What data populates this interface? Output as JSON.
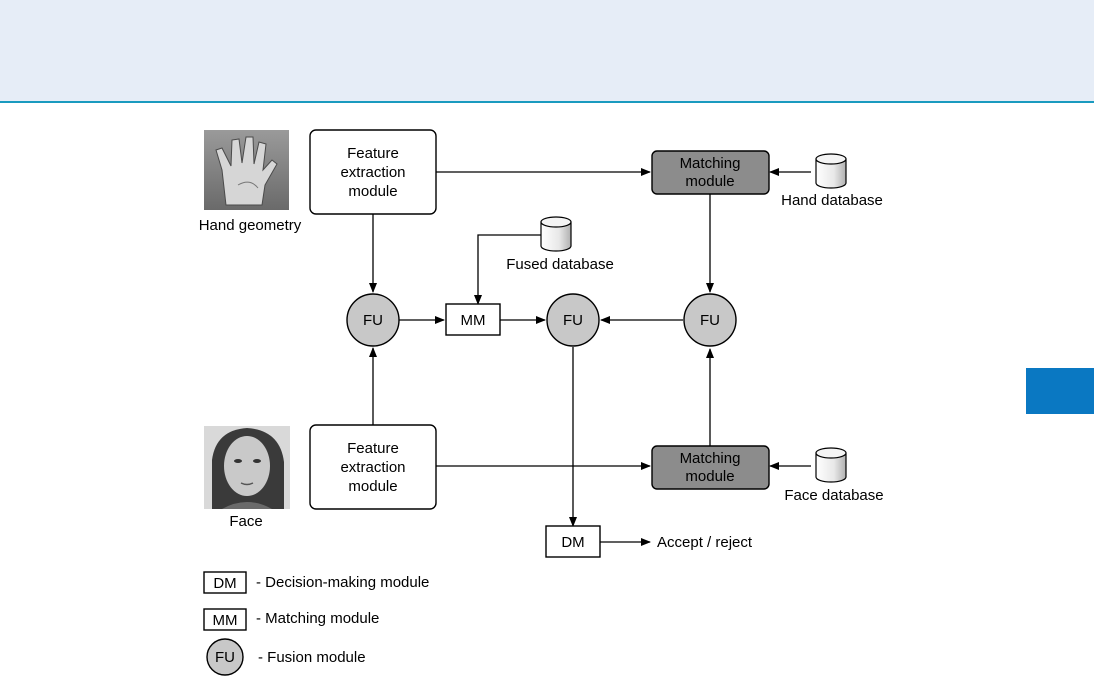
{
  "nodes": {
    "hand_feature": [
      "Feature",
      "extraction",
      "module"
    ],
    "face_feature": [
      "Feature",
      "extraction",
      "module"
    ],
    "hand_matching": [
      "Matching",
      "module"
    ],
    "face_matching": [
      "Matching",
      "module"
    ],
    "fu_left": "FU",
    "fu_center": "FU",
    "fu_right": "FU",
    "mm": "MM",
    "dm": "DM"
  },
  "labels": {
    "hand_geometry": "Hand geometry",
    "face": "Face",
    "hand_database": "Hand database",
    "face_database": "Face database",
    "fused_database": "Fused database",
    "accept_reject": "Accept / reject"
  },
  "legend": [
    {
      "symbol": "DM",
      "text": "- Decision-making module"
    },
    {
      "symbol": "MM",
      "text": "- Matching module"
    },
    {
      "symbol": "FU",
      "text": "- Fusion module"
    }
  ],
  "colors": {
    "header_band": "#e6edf7",
    "header_line": "#1a9abf",
    "side_tab": "#0a78c2",
    "matching_fill": "#8c8c8c",
    "fu_fill": "#c8c8c8"
  }
}
